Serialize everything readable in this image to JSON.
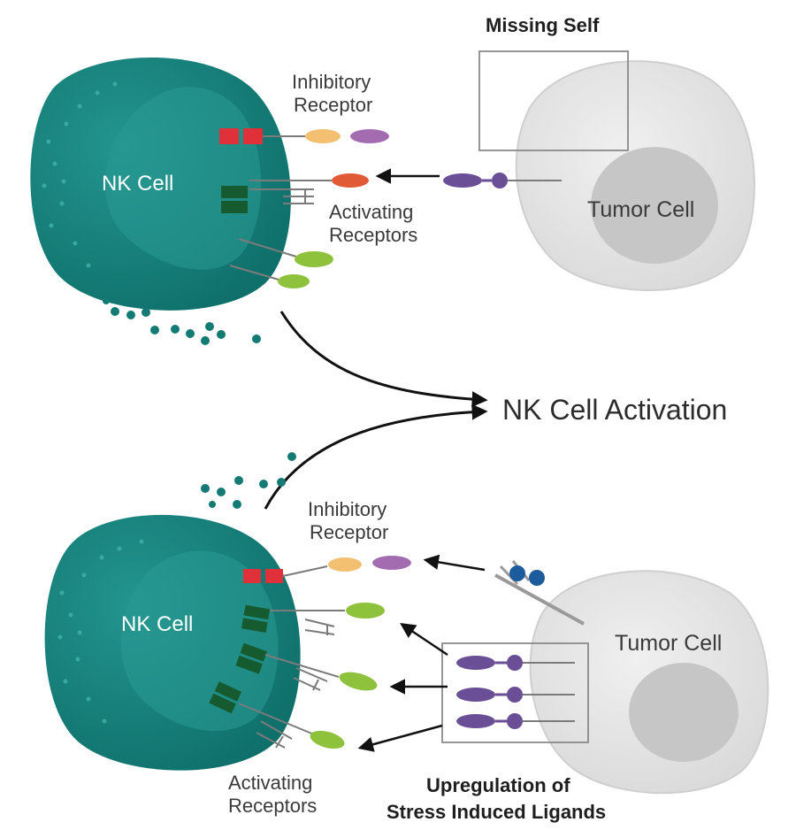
{
  "labels": {
    "missing_self": "Missing Self",
    "nk_cell_top": "NK Cell",
    "tumor_cell_top": "Tumor Cell",
    "inhibitory_top_line1": "Inhibitory",
    "inhibitory_top_line2": "Receptor",
    "activating_top_line1": "Activating",
    "activating_top_line2": "Receptors",
    "nk_activation": "NK Cell Activation",
    "nk_cell_bottom": "NK Cell",
    "tumor_cell_bottom": "Tumor Cell",
    "inhibitory_bottom_line1": "Inhibitory",
    "inhibitory_bottom_line2": "Receptor",
    "activating_bottom_line1": "Activating",
    "activating_bottom_line2": "Receptors",
    "upregulation_line1": "Upregulation of",
    "upregulation_line2": "Stress Induced Ligands"
  },
  "colors": {
    "nk_cell": "#167f7a",
    "nk_cell_light": "#2a9a94",
    "tumor_cell": "#e4e4e4",
    "tumor_nucleus": "#c6c6c6",
    "inhibitory_red": "#e0303a",
    "activating_dark_green": "#165a30",
    "ligand_purple": "#6a4f96",
    "receptor_orange": "#f2c070",
    "receptor_violet": "#a46cb0",
    "receptor_red_orange": "#e05a36",
    "receptor_lime": "#8fc23c",
    "ligand_blue": "#1c5b9c"
  }
}
